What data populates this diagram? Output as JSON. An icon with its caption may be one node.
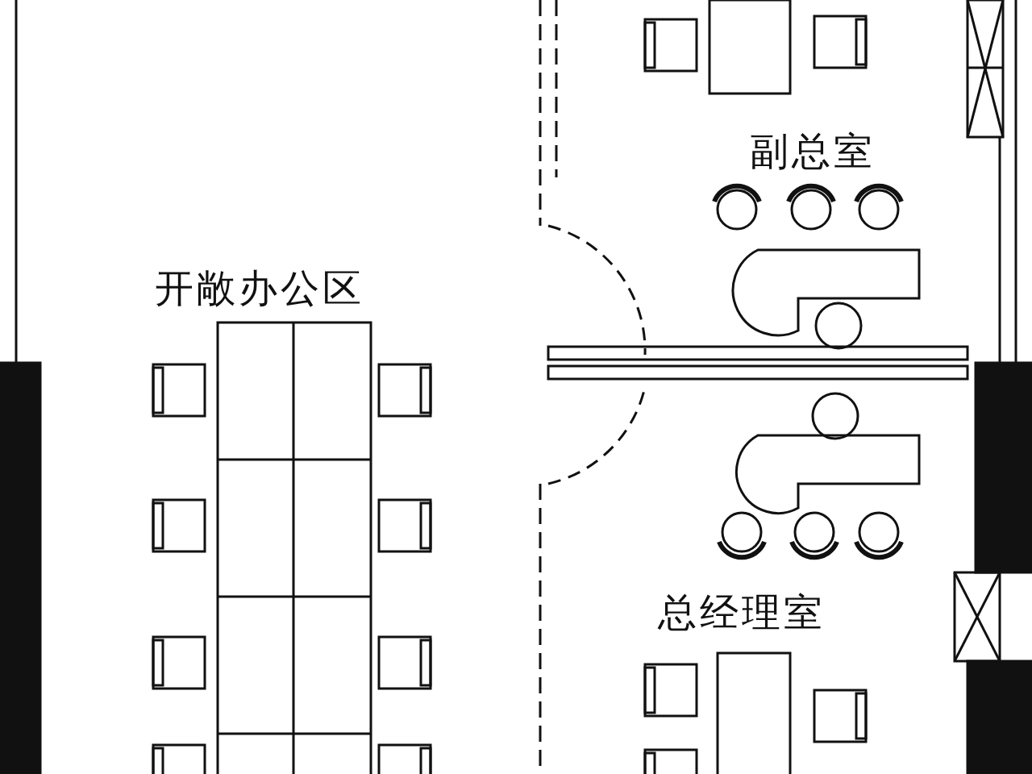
{
  "diagram": {
    "labels": [
      "副总室",
      "开敞办公区",
      "总经理室"
    ]
  }
}
